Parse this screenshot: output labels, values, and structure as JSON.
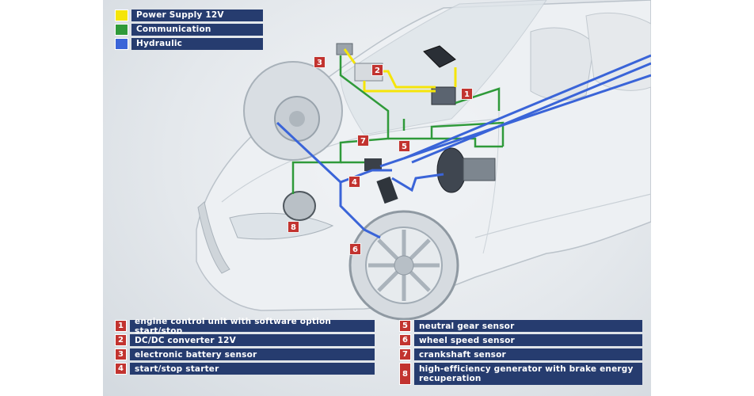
{
  "legend": [
    {
      "label": "Power Supply 12V",
      "color": "#f5e50a"
    },
    {
      "label": "Communication",
      "color": "#2f9a3a"
    },
    {
      "label": "Hydraulic",
      "color": "#3a64d8"
    }
  ],
  "callouts": [
    "1",
    "2",
    "3",
    "4",
    "5",
    "6",
    "7",
    "8"
  ],
  "components": [
    {
      "num": "1",
      "label": "engine control unit with software option start/stop"
    },
    {
      "num": "2",
      "label": "DC/DC converter 12V"
    },
    {
      "num": "3",
      "label": "electronic battery sensor"
    },
    {
      "num": "4",
      "label": "start/stop starter"
    },
    {
      "num": "5",
      "label": "neutral gear sensor"
    },
    {
      "num": "6",
      "label": "wheel speed sensor"
    },
    {
      "num": "7",
      "label": "crankshaft sensor"
    },
    {
      "num": "8",
      "label": "high-efficiency generator with brake energy recuperation"
    }
  ]
}
